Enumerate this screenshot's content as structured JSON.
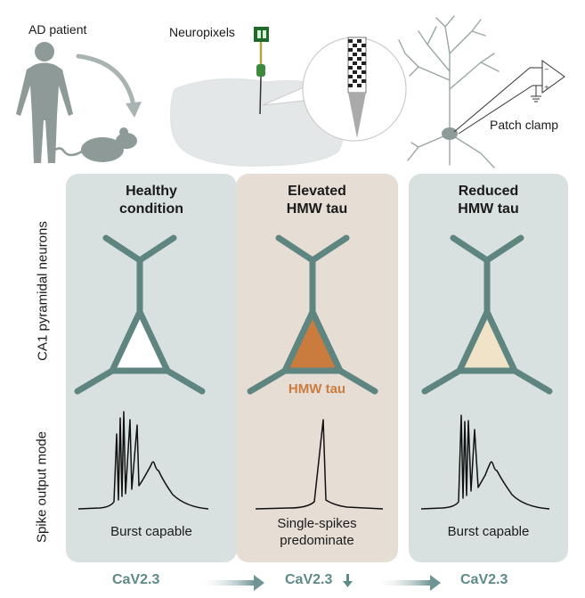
{
  "top": {
    "ad_patient_label": "AD patient",
    "neuropixels_label": "Neuropixels",
    "patch_clamp_label": "Patch clamp"
  },
  "side_labels": {
    "neurons": "CA1 pyramidal neurons",
    "spike_mode": "Spike output mode"
  },
  "panels": [
    {
      "title_line1": "Healthy",
      "title_line2": "condition",
      "output_line1": "Burst capable",
      "output_line2": "",
      "soma_color": "#ffffff"
    },
    {
      "title_line1": "Elevated",
      "title_line2": "HMW tau",
      "tau_label": "HMW tau",
      "output_line1": "Single-spikes",
      "output_line2": "predominate",
      "soma_color": "#c97c3e"
    },
    {
      "title_line1": "Reduced",
      "title_line2": "HMW tau",
      "output_line1": "Burst capable",
      "output_line2": "",
      "soma_color": "#f1e3c8"
    }
  ],
  "channel": {
    "labels": [
      "CaV2.3",
      "CaV2.3",
      "CaV2.3"
    ],
    "middle_indicator": "down-arrow-icon"
  },
  "colors": {
    "neuron_stroke": "#5f8580",
    "panel_teal": "#d8e0e0",
    "panel_beige": "#e6ddd5",
    "tau_orange": "#c97c3e",
    "cav_text": "#5e8a8a",
    "silhouette": "#8e9a98"
  }
}
